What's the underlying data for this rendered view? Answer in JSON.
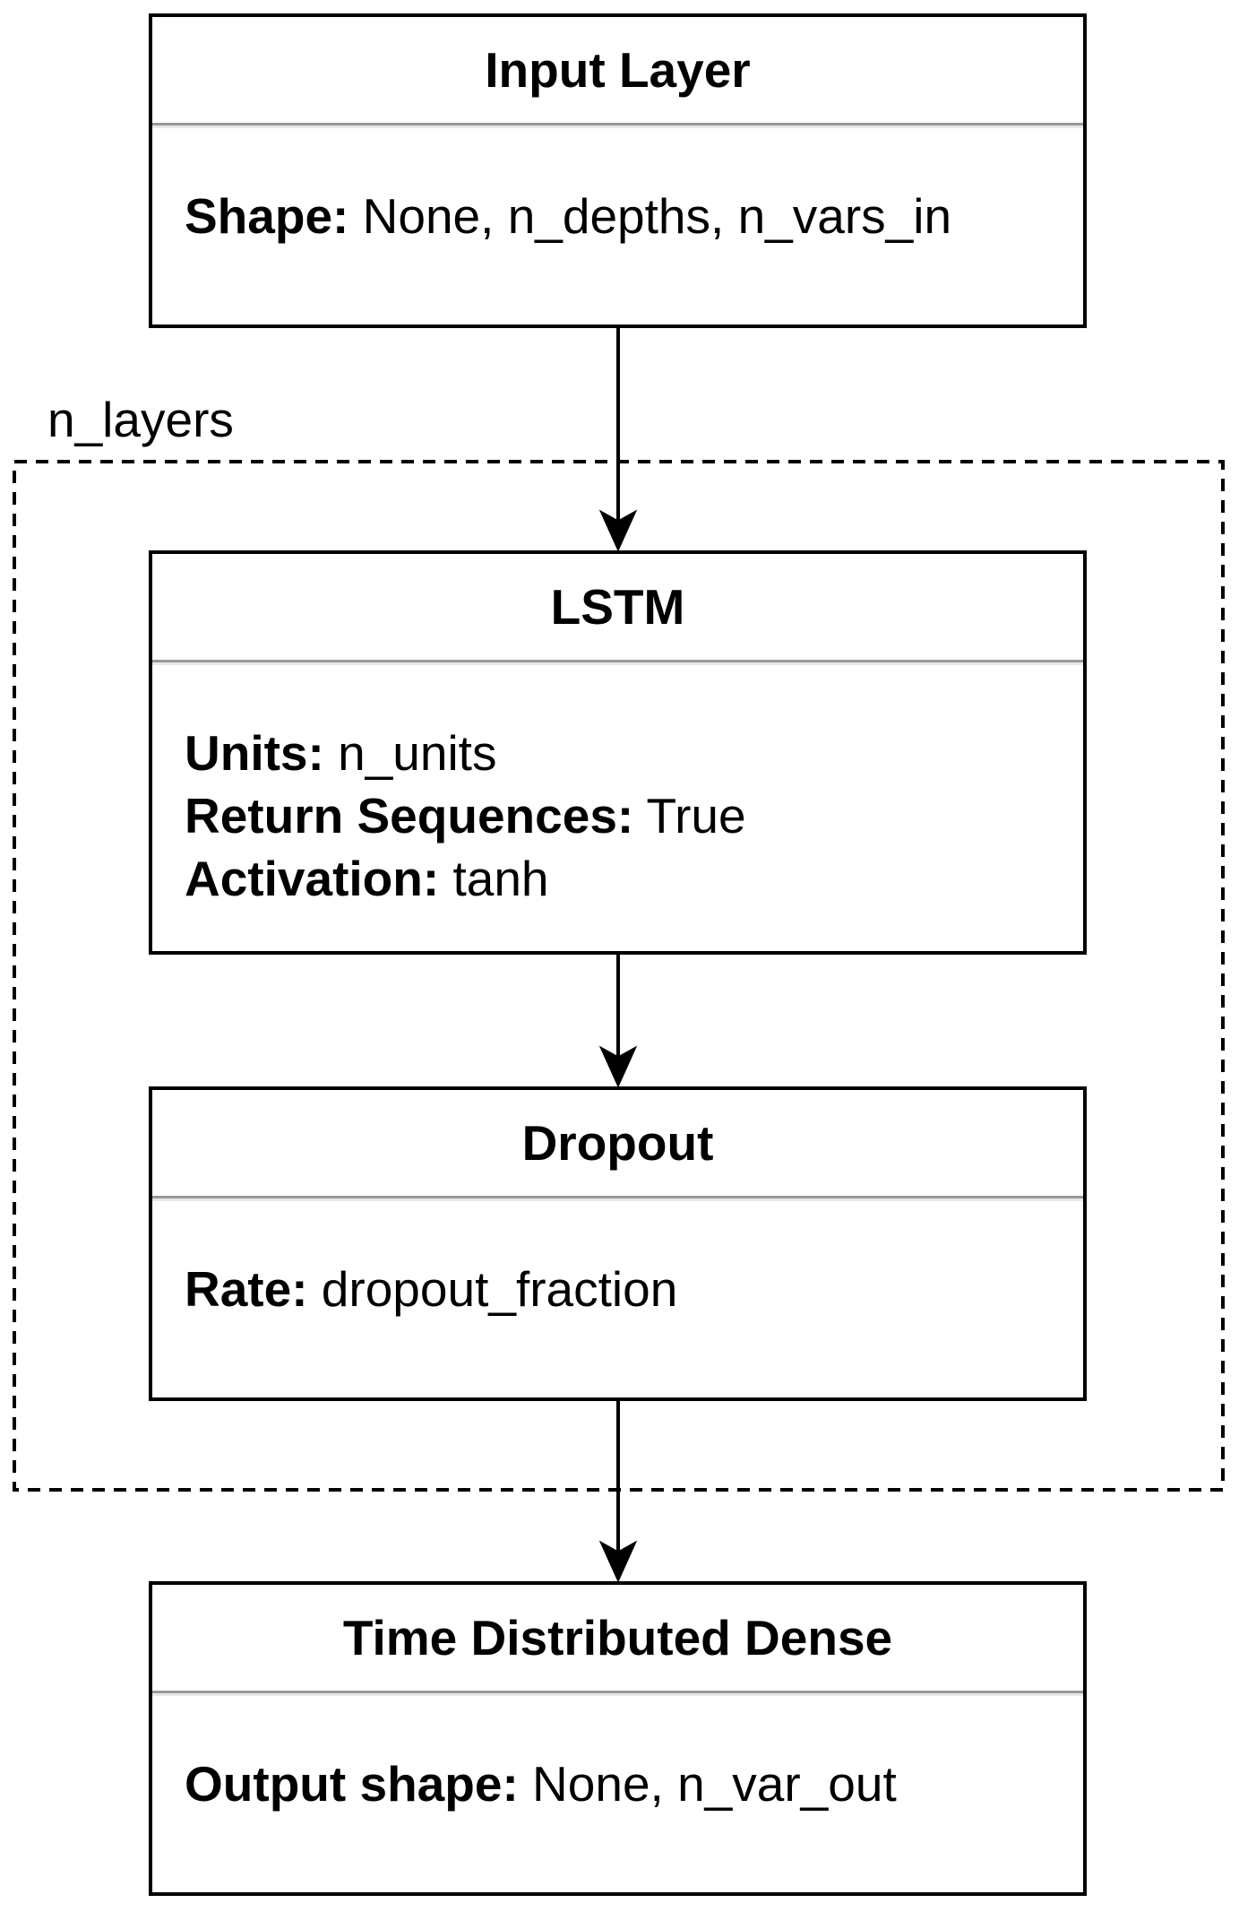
{
  "group": {
    "label": "n_layers"
  },
  "layers": [
    {
      "title": "Input Layer",
      "props": [
        {
          "key": "Shape:",
          "value": " None, n_depths, n_vars_in"
        }
      ]
    },
    {
      "title": "LSTM",
      "props": [
        {
          "key": "Units:",
          "value": " n_units"
        },
        {
          "key": "Return Sequences:",
          "value": " True"
        },
        {
          "key": "Activation:",
          "value": " tanh"
        }
      ]
    },
    {
      "title": "Dropout",
      "props": [
        {
          "key": "Rate:",
          "value": " dropout_fraction"
        }
      ]
    },
    {
      "title": "Time Distributed Dense",
      "props": [
        {
          "key": "Output shape:",
          "value": " None, n_var_out"
        }
      ]
    }
  ],
  "colors": {
    "stroke": "#000000",
    "divider": "#999999",
    "background": "#ffffff"
  }
}
